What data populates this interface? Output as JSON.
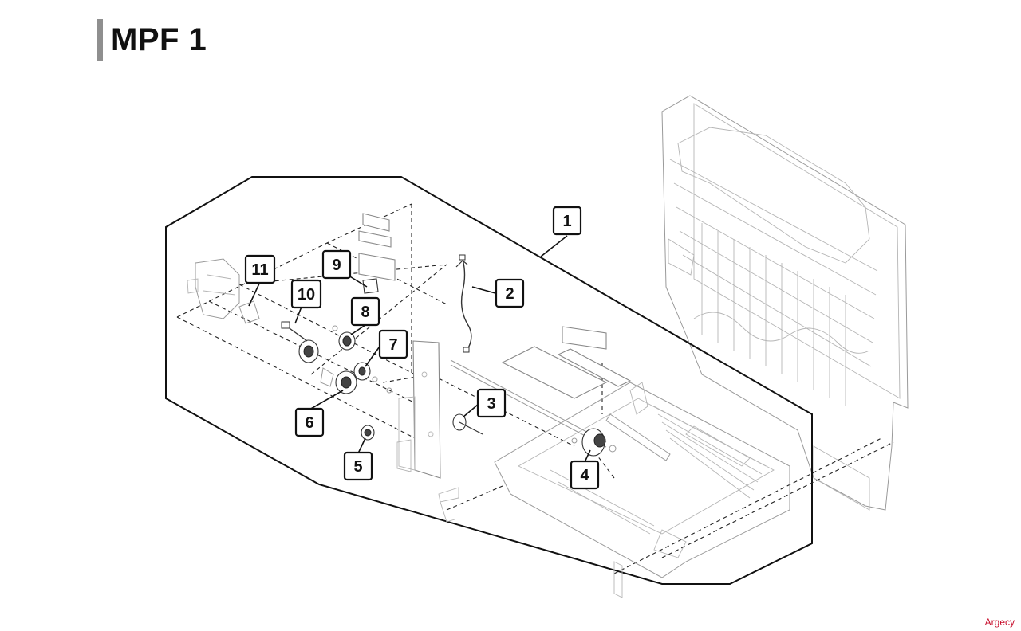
{
  "page": {
    "title": "MPF 1",
    "watermark": "Argecy"
  },
  "callouts": [
    "1",
    "2",
    "3",
    "4",
    "5",
    "6",
    "7",
    "8",
    "9",
    "10",
    "11"
  ],
  "colors": {
    "title_bar": "#8f8f8f",
    "line": "#111111",
    "watermark": "#c8102e"
  }
}
